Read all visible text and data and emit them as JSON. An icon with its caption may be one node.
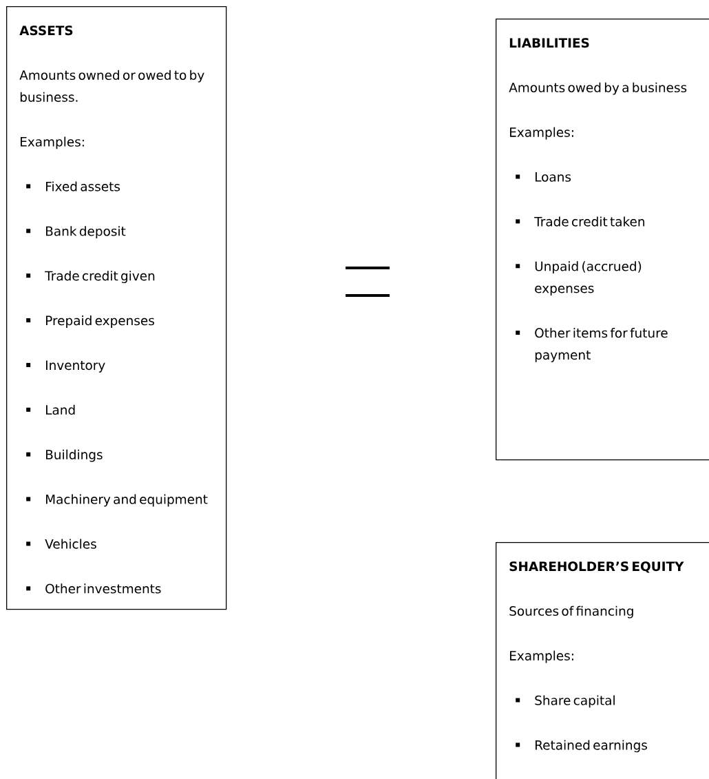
{
  "diagram": {
    "nodes": [
      {
        "text": [
          "ASSETS",
          "Amounts owned or owed to by business.",
          "Examples:",
          "Fixed assets",
          "Bank deposit",
          "Trade credit given",
          "Prepaid expenses",
          "Inventory",
          "Land",
          "Buildings",
          "Machinery and equipment",
          "Vehicles",
          "Other investments"
        ]
      },
      {
        "text": [
          "LIABILITIES",
          "Amounts owed by a business",
          "Examples:",
          "Loans",
          "Trade credit taken",
          "Unpaid (accrued) expenses",
          "Other items for future payment"
        ]
      },
      {
        "text": [
          "SHAREHOLDER’S EQUITY",
          "Sources of financing",
          "Examples:",
          "Share capital",
          "Retained earnings"
        ]
      }
    ]
  }
}
